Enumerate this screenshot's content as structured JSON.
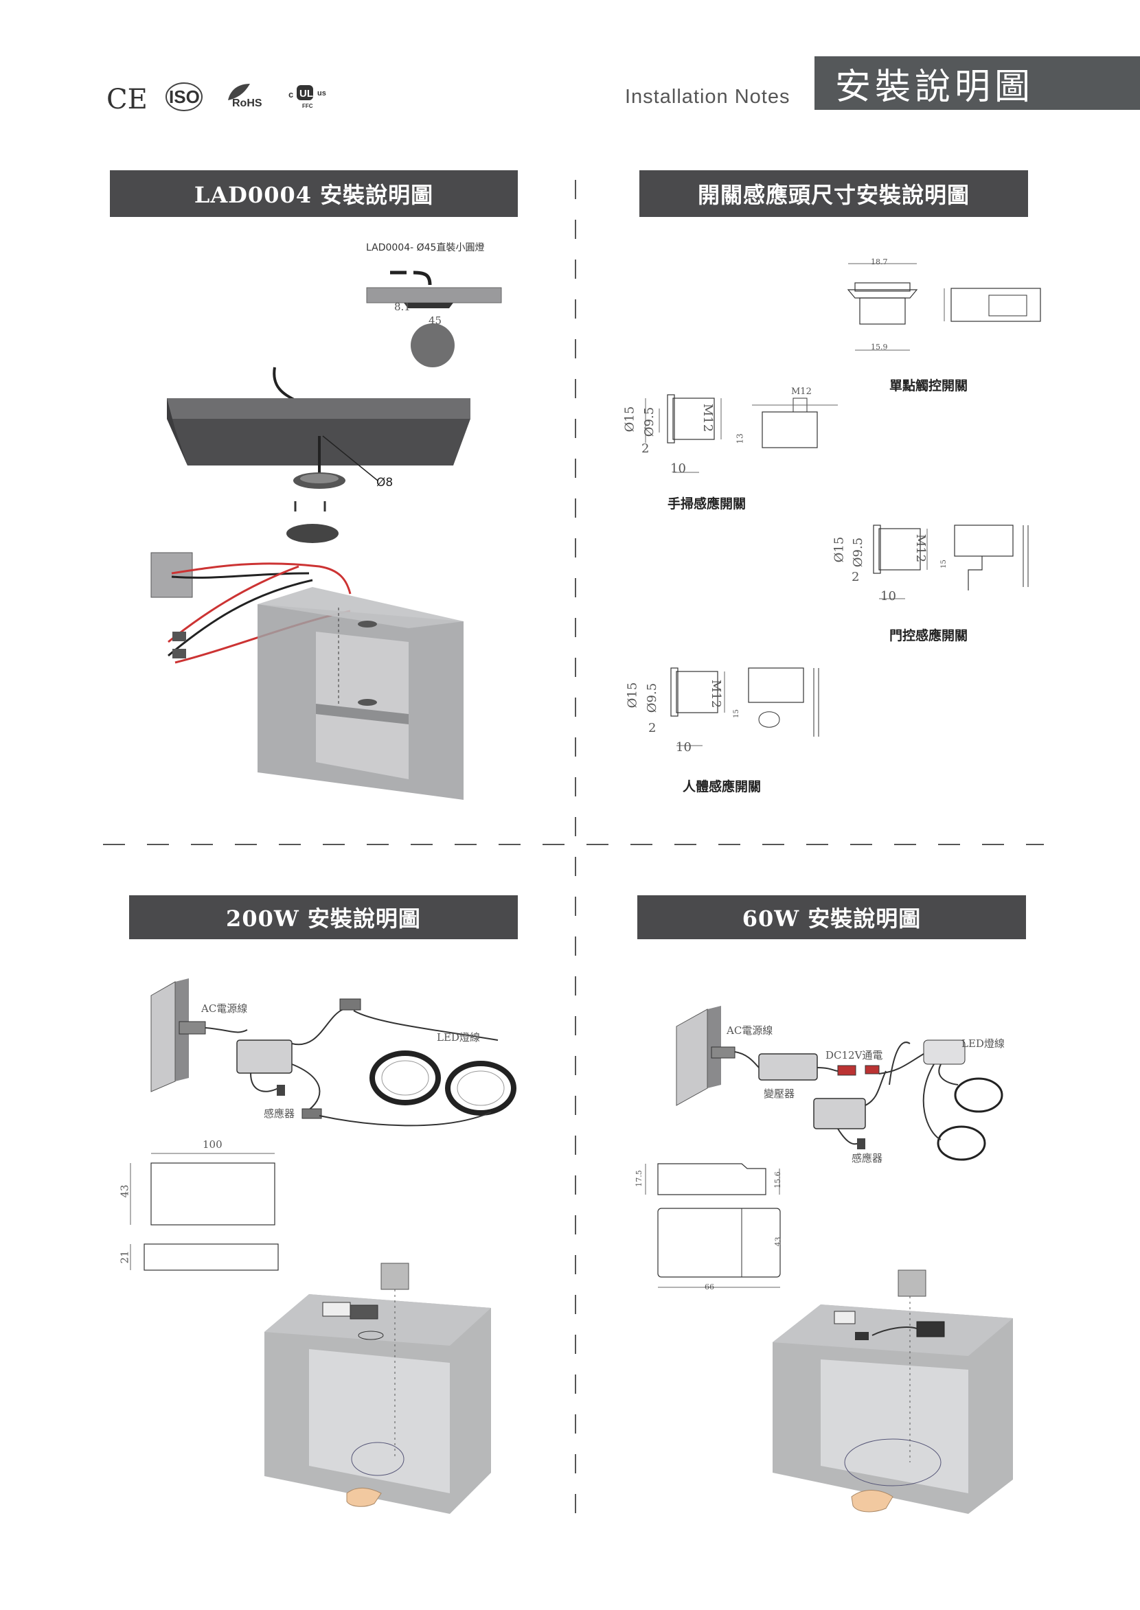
{
  "header": {
    "certs": [
      "CE",
      "ISO",
      "RoHS",
      "UL"
    ],
    "cert_sub": {
      "rohs": "RoHS",
      "ul_c": "c",
      "ul_us": "us",
      "ul_ffc": "FFC"
    },
    "note": "Installation Notes",
    "tab": "安裝說明圖"
  },
  "sections": {
    "lad0004": {
      "title": "LAD0004 安裝說明圖",
      "caption": "LAD0004- Ø45直裝小圓燈",
      "dim_81": "8.1",
      "dim_45": "45",
      "dim_o8": "Ø8"
    },
    "sensor": {
      "title": "開關感應頭尺寸安裝說明圖",
      "touch_label": "單點觸控開關",
      "sweep_label": "手掃感應開關",
      "door_label": "門控感應開關",
      "body_label": "人體感應開關",
      "d187": "18.7",
      "d159": "15.9",
      "d10": "10",
      "dm12": "M12",
      "d15": "Ø15",
      "d95": "Ø9.5",
      "d2": "2",
      "d13": "13",
      "d16": "15"
    },
    "w200": {
      "title": "200W 安裝說明圖",
      "ac_label": "AC電源線",
      "led_label": "LED燈線",
      "sensor_label": "感應器",
      "dim_100": "100",
      "dim_43": "43",
      "dim_21": "21"
    },
    "w60": {
      "title": "60W 安裝說明圖",
      "ac_label": "AC電源線",
      "dc_label": "DC12V通電",
      "led_label": "LED燈線",
      "transformer_label": "變壓器",
      "sensor_label": "感應器",
      "dim_175": "17.5",
      "dim_156": "15.6",
      "dim_43": "43",
      "dim_66": "66"
    }
  }
}
